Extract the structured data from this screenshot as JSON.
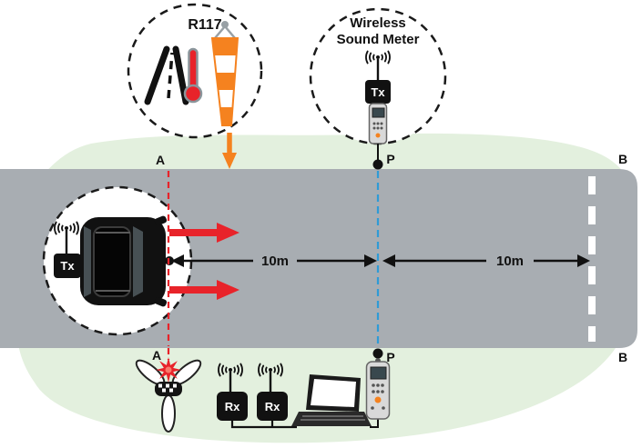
{
  "diagram": {
    "r117_label": "R117",
    "wireless_sound_meter_label_line1": "Wireless",
    "wireless_sound_meter_label_line2": "Sound Meter",
    "vehicle_tx_label": "Tx",
    "sound_meter_tx_label": "Tx",
    "receiver1_label": "Rx",
    "receiver2_label": "Rx",
    "line_a_label_top": "A",
    "line_a_label_bottom": "A",
    "line_p_label_top": "P",
    "line_p_label_bottom": "P",
    "line_b_label_top": "B",
    "line_b_label_bottom": "B",
    "distance_a_to_p": "10m",
    "distance_p_to_b": "10m"
  },
  "colors": {
    "field_green": "#e3f0de",
    "road_gray": "#a8adb2",
    "signal_red": "#e8232a",
    "windsock_orange": "#f5821f",
    "microphone_line_blue": "#2f9bd6",
    "lane_marking_white": "#ffffff"
  },
  "icons": [
    "road-icon",
    "thermometer-icon",
    "windsock-icon",
    "antenna-icon",
    "car-top-view-icon",
    "transmitter-icon",
    "receiver-icon",
    "handheld-sound-meter-icon",
    "laptop-icon",
    "trigger-flash-icon",
    "anemometer-icon"
  ]
}
